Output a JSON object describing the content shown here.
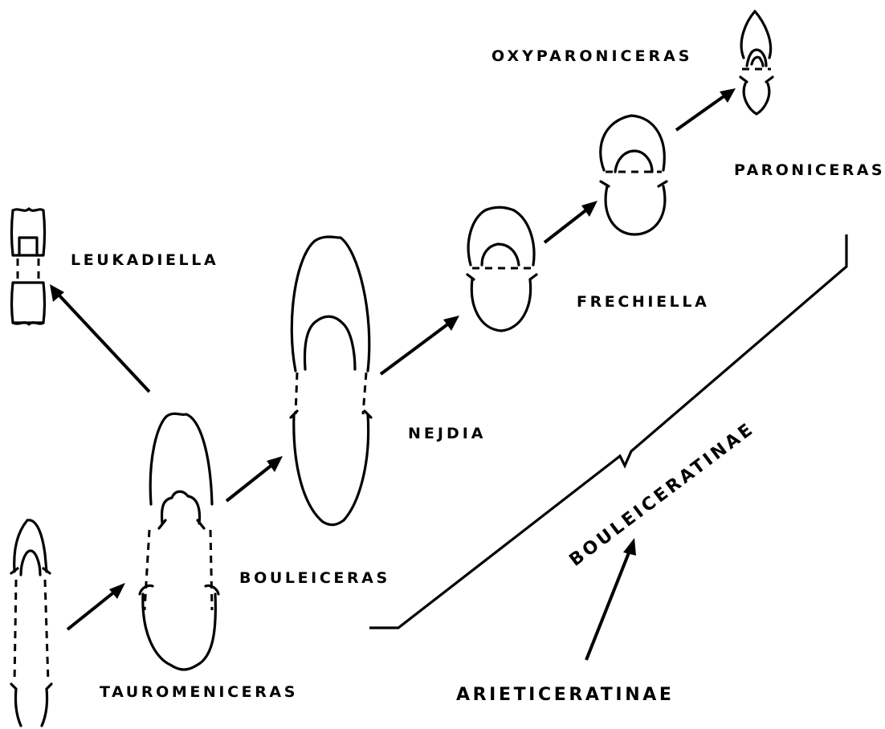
{
  "labels": {
    "oxyparoniceras": "OXYPARONICERAS",
    "paroniceras": "PARONICERAS",
    "leukadiella": "LEUKADIELLA",
    "frechiella": "FRECHIELLA",
    "nejdia": "NEJDIA",
    "bouleiceras": "BOULEICERAS",
    "taurommeniceras": "TAUROMENICERAS",
    "arieticeratinae": "ARIETICERATINAE",
    "bouleiceratinae": "BOULEICERATINAE"
  }
}
